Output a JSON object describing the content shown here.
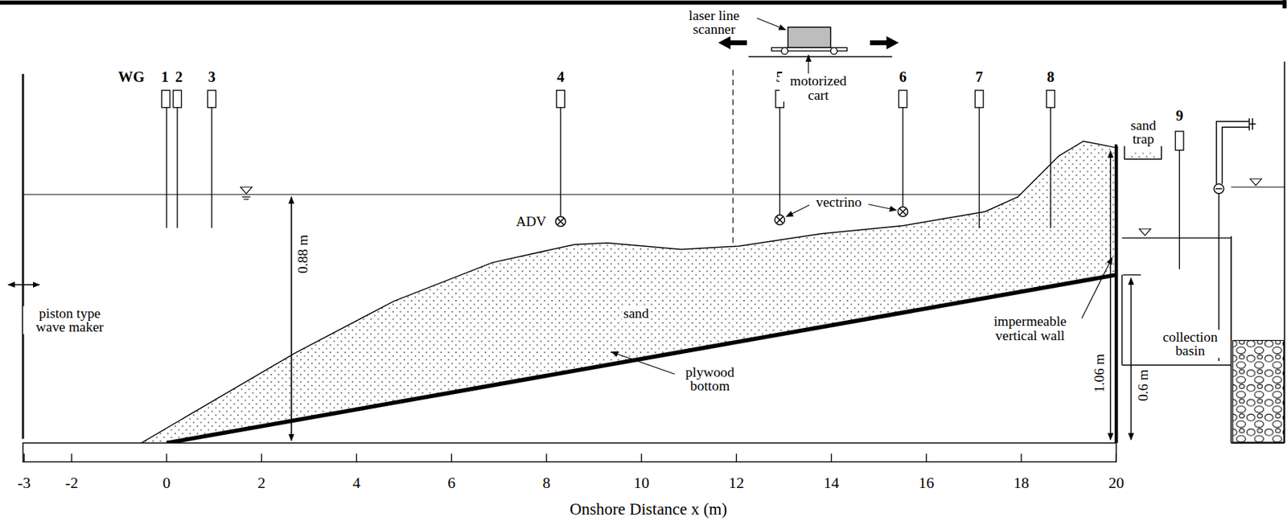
{
  "diagram": {
    "labels": [
      "laser line scanner",
      "WG",
      "1",
      "2",
      "3",
      "4",
      "5",
      "6",
      "7",
      "8",
      "motorized cart",
      "9",
      "sand trap",
      "vectrino",
      "ADV",
      "0.88 m",
      "piston type wave maker",
      "sand",
      "impermeable vertical wall",
      "collection basin",
      "1.06 m",
      "plywood bottom",
      "0.6 m",
      "-3",
      "-2",
      "0",
      "2",
      "4",
      "6",
      "8",
      "10",
      "12",
      "14",
      "16",
      "18",
      "20",
      "Onshore Distance x (m)"
    ]
  }
}
